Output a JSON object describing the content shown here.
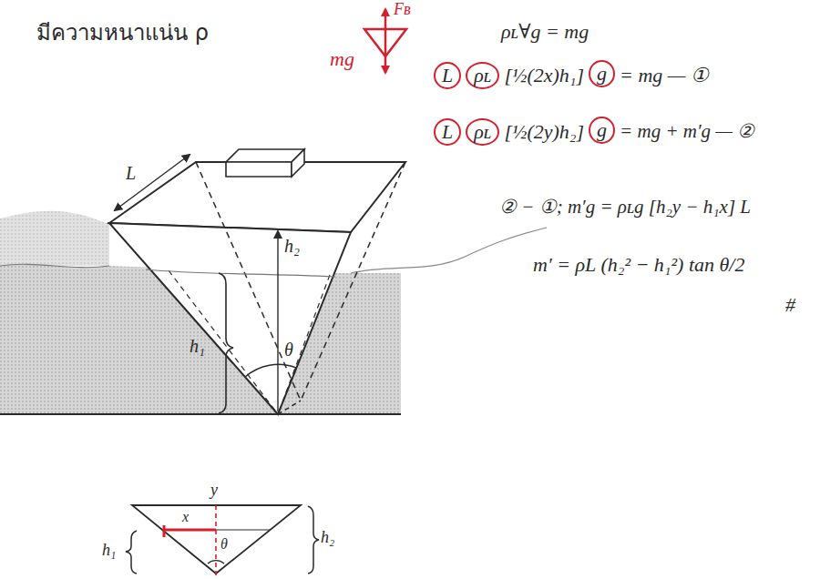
{
  "diagram": {
    "labels": [
      "มีความหนาแน่น ρ",
      "Fʙ",
      "mg",
      "ρʟ∀g = mg",
      "L",
      "ρʟ",
      "[½(2x)h₁]",
      "g",
      "= mg — ①",
      "L",
      "ρʟ",
      "[½(2y)h₂]",
      "g",
      "= mg + m′g — ②",
      "② − ①; m′g = ρʟg [h₂y − h₁x] L",
      "m′ = ρL (h₂² − h₁²) tan θ/2",
      "#",
      "L",
      "h₂",
      "h₁",
      "θ",
      "y",
      "x",
      "h₂",
      "h₁",
      "θ"
    ]
  }
}
